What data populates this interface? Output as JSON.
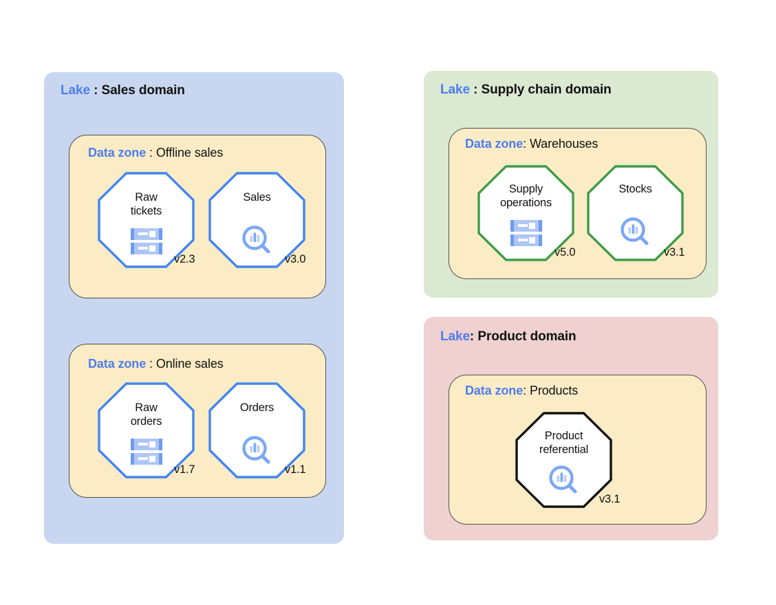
{
  "diagram": {
    "title": "Data mesh lakes, data zones and data products",
    "colors": {
      "lake_blue_bg": "#c8d6f0",
      "lake_green_bg": "#dbe8d2",
      "lake_pink_bg": "#efd1d1",
      "zone_bg": "#fbecc5",
      "zone_border": "#53504a",
      "accent_blue": "#4c7df0",
      "node_border_blue": "#4285f4",
      "node_border_green": "#3f9c48",
      "node_border_black": "#111111",
      "icon_blue": "#7ba7f5"
    }
  },
  "lakes": [
    {
      "id": "sales",
      "keyword": "Lake",
      "separator": " : ",
      "name": "Sales domain",
      "border_color": "#4285f4",
      "zones": [
        {
          "id": "offline-sales",
          "keyword": "Data zone",
          "separator": " : ",
          "name": "Offline sales",
          "nodes": [
            {
              "id": "raw-tickets",
              "label_lines": [
                "Raw",
                "tickets"
              ],
              "icon": "database-icon",
              "version": "v2.3",
              "border_color": "#4285f4"
            },
            {
              "id": "sales",
              "label_lines": [
                "Sales"
              ],
              "icon": "analytics-search-icon",
              "version": "v3.0",
              "border_color": "#4285f4"
            }
          ]
        },
        {
          "id": "online-sales",
          "keyword": "Data zone",
          "separator": " : ",
          "name": "Online sales",
          "nodes": [
            {
              "id": "raw-orders",
              "label_lines": [
                "Raw",
                "orders"
              ],
              "icon": "database-icon",
              "version": "v1.7",
              "border_color": "#4285f4"
            },
            {
              "id": "orders",
              "label_lines": [
                "Orders"
              ],
              "icon": "analytics-search-icon",
              "version": "v1.1",
              "border_color": "#4285f4"
            }
          ]
        }
      ]
    },
    {
      "id": "supply-chain",
      "keyword": "Lake",
      "separator": " : ",
      "name": "Supply chain domain",
      "border_color": "#3f9c48",
      "zones": [
        {
          "id": "warehouses",
          "keyword": "Data zone",
          "separator": ": ",
          "name": "Warehouses",
          "nodes": [
            {
              "id": "supply-operations",
              "label_lines": [
                "Supply",
                "operations"
              ],
              "icon": "database-icon",
              "version": "v5.0",
              "border_color": "#3f9c48"
            },
            {
              "id": "stocks",
              "label_lines": [
                "Stocks"
              ],
              "icon": "analytics-search-icon",
              "version": "v3.1",
              "border_color": "#3f9c48"
            }
          ]
        }
      ]
    },
    {
      "id": "product",
      "keyword": "Lake",
      "separator": ": ",
      "name": "Product domain",
      "border_color": "#111111",
      "zones": [
        {
          "id": "products",
          "keyword": "Data zone",
          "separator": ": ",
          "name": "Products",
          "nodes": [
            {
              "id": "product-referential",
              "label_lines": [
                "Product",
                "referential"
              ],
              "icon": "analytics-search-icon",
              "version": "v3.1",
              "border_color": "#111111"
            }
          ]
        }
      ]
    }
  ],
  "text": {
    "lake_sales_kw": "Lake",
    "lake_sales_sep": " : ",
    "lake_sales_name": "Sales domain",
    "lake_supply_kw": "Lake",
    "lake_supply_sep": " : ",
    "lake_supply_name": "Supply chain domain",
    "lake_product_kw": "Lake",
    "lake_product_sep": ": ",
    "lake_product_name": "Product domain",
    "zone_offline_kw": "Data zone",
    "zone_offline_sep": " : ",
    "zone_offline_name": "Offline sales",
    "zone_online_kw": "Data zone",
    "zone_online_sep": " : ",
    "zone_online_name": "Online sales",
    "zone_warehouses_kw": "Data zone",
    "zone_warehouses_sep": ": ",
    "zone_warehouses_name": "Warehouses",
    "zone_products_kw": "Data zone",
    "zone_products_sep": ": ",
    "zone_products_name": "Products",
    "node_raw_tickets_l1": "Raw",
    "node_raw_tickets_l2": "tickets",
    "node_raw_tickets_v": "v2.3",
    "node_sales_l1": "Sales",
    "node_sales_v": "v3.0",
    "node_raw_orders_l1": "Raw",
    "node_raw_orders_l2": "orders",
    "node_raw_orders_v": "v1.7",
    "node_orders_l1": "Orders",
    "node_orders_v": "v1.1",
    "node_supply_ops_l1": "Supply",
    "node_supply_ops_l2": "operations",
    "node_supply_ops_v": "v5.0",
    "node_stocks_l1": "Stocks",
    "node_stocks_v": "v3.1",
    "node_product_ref_l1": "Product",
    "node_product_ref_l2": "referential",
    "node_product_ref_v": "v3.1"
  }
}
